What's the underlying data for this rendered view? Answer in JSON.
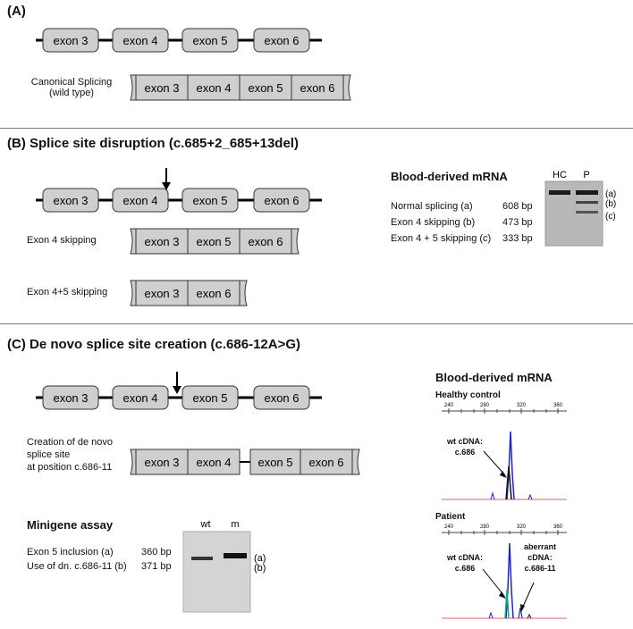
{
  "panel_a": {
    "header": "(A)",
    "exons": [
      "exon 3",
      "exon 4",
      "exon 5",
      "exon 6"
    ],
    "canonical_label_1": "Canonical Splicing",
    "canonical_label_2": "(wild type)",
    "mrna": [
      "exon 3",
      "exon 4",
      "exon 5",
      "exon 6"
    ]
  },
  "panel_b": {
    "header": "(B)  Splice site disruption (c.685+2_685+13del)",
    "exons": [
      "exon 3",
      "exon 4",
      "exon 5",
      "exon 6"
    ],
    "skip4_label": "Exon 4 skipping",
    "skip4_mrna": [
      "exon 3",
      "exon 5",
      "exon 6"
    ],
    "skip45_label": "Exon 4+5 skipping",
    "skip45_mrna": [
      "exon 3",
      "exon 6"
    ],
    "blood_title": "Blood-derived mRNA",
    "table": [
      {
        "label": "Normal splicing (a)",
        "size": "608 bp"
      },
      {
        "label": "Exon 4 skipping (b)",
        "size": "473 bp"
      },
      {
        "label": "Exon 4 + 5 skipping (c)",
        "size": "333 bp"
      }
    ],
    "gel_lanes": [
      "HC",
      "P"
    ],
    "band_labels": [
      "(a)",
      "(b)",
      "(c)"
    ]
  },
  "panel_c": {
    "header": "(C)  De novo splice site creation (c.686-12A>G)",
    "exons": [
      "exon 3",
      "exon 4",
      "exon 5",
      "exon 6"
    ],
    "creation_label_1": "Creation of de novo",
    "creation_label_2": "splice site",
    "creation_label_3": "at position c.686-11",
    "mrna": [
      "exon 3",
      "exon 4",
      "exon 5",
      "exon 6"
    ],
    "minigene_title": "Minigene assay",
    "minigene_table": [
      {
        "label": "Exon 5 inclusion (a)",
        "size": "360 bp"
      },
      {
        "label": "Use of dn. c.686-11 (b)",
        "size": "371 bp"
      }
    ],
    "gel_lanes": [
      "wt",
      "m"
    ],
    "band_labels": [
      "(a)",
      "(b)"
    ],
    "blood_title": "Blood-derived mRNA",
    "healthy_title": "Healthy control",
    "patient_title": "Patient",
    "axis_ticks": [
      "240",
      "280",
      "320",
      "360"
    ],
    "wt_label_1": "wt cDNA:",
    "wt_label_2": "c.686",
    "aberrant_1": "aberrant",
    "aberrant_2": "cDNA:",
    "aberrant_3": "c.686-11"
  }
}
